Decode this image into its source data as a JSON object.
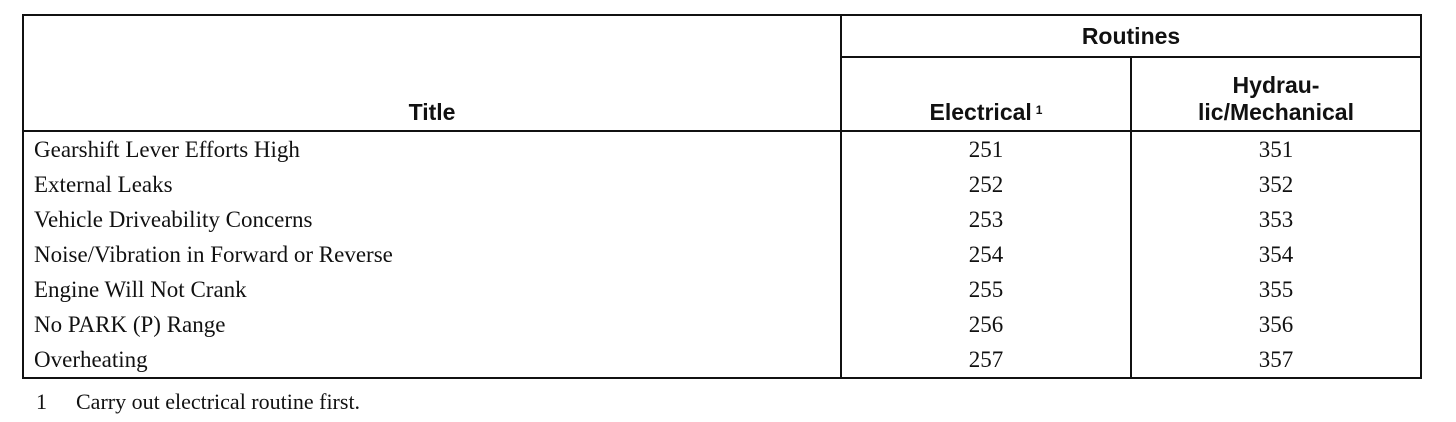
{
  "table": {
    "header": {
      "title": "Title",
      "routines": "Routines",
      "electrical": "Electrical",
      "electrical_footnote_ref": "1",
      "hydraulic_line1": "Hydrau-",
      "hydraulic_line2": "lic/Mechanical"
    },
    "rows": [
      {
        "title": "Gearshift Lever Efforts High",
        "electrical": "251",
        "hydraulic": "351"
      },
      {
        "title": "External Leaks",
        "electrical": "252",
        "hydraulic": "352"
      },
      {
        "title": "Vehicle Driveability Concerns",
        "electrical": "253",
        "hydraulic": "353"
      },
      {
        "title": "Noise/Vibration in Forward or Reverse",
        "electrical": "254",
        "hydraulic": "354"
      },
      {
        "title": "Engine Will Not Crank",
        "electrical": "255",
        "hydraulic": "355"
      },
      {
        "title": "No PARK (P) Range",
        "electrical": "256",
        "hydraulic": "356"
      },
      {
        "title": "Overheating",
        "electrical": "257",
        "hydraulic": "357"
      }
    ]
  },
  "footnote": {
    "number": "1",
    "text": "Carry out electrical routine first."
  }
}
